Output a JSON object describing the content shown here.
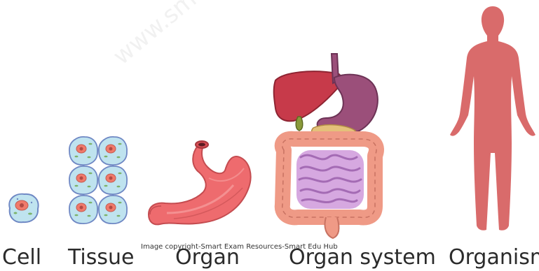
{
  "stages": [
    {
      "key": "cell",
      "label": "Cell"
    },
    {
      "key": "tissue",
      "label": "Tissue"
    },
    {
      "key": "organ",
      "label": "Organ"
    },
    {
      "key": "organ_system",
      "label": "Organ system"
    },
    {
      "key": "organism",
      "label": "Organism"
    }
  ],
  "copyright": "Image copyright-Smart Exam Resources-Smart Edu Hub",
  "watermark": "www.sm",
  "colors": {
    "cell_membrane": "#6f88c4",
    "cytoplasm": "#bfe3ef",
    "nucleus": "#f07a6b",
    "stomach": "#ee6b6e",
    "liver": "#c73a4a",
    "stomach_system": "#9b4f7a",
    "pancreas": "#e4c07a",
    "gallbladder": "#8a9a3a",
    "large_intestine": "#ef9a86",
    "small_intestine": "#c08ad0",
    "body": "#d96b6b"
  }
}
